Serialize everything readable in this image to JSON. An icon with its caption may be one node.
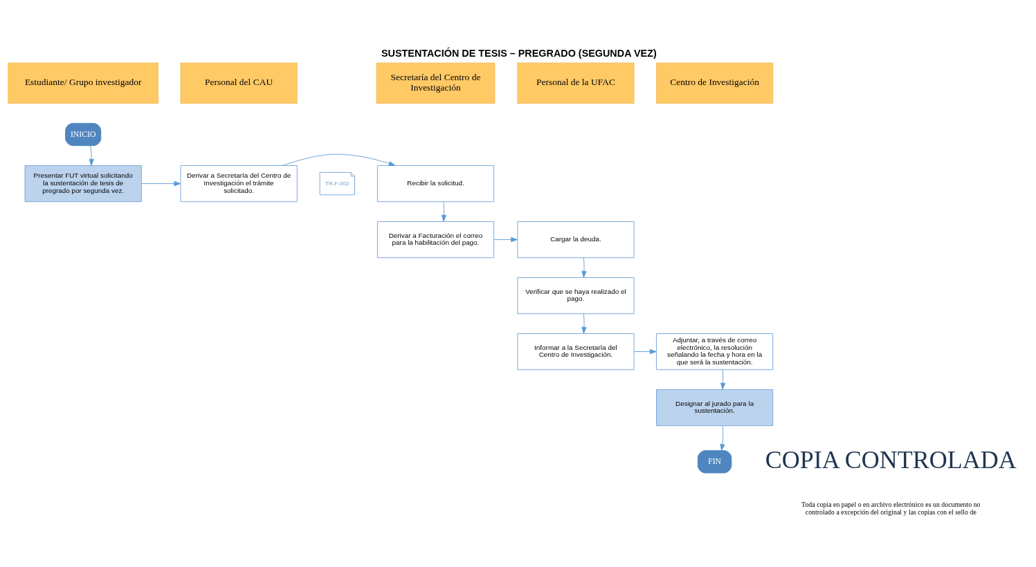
{
  "diagram": {
    "title": "SUSTENTACIÓN DE TESIS – PREGRADO (SEGUNDA VEZ)",
    "nodes": [
      {
        "text": [
          "Estudiante/ Grupo investigador"
        ]
      },
      {
        "text": [
          "Personal del CAU"
        ]
      },
      {
        "text": [
          "Secretaría del Centro de Investigación"
        ]
      },
      {
        "text": [
          "Personal de la UFAC"
        ]
      },
      {
        "text": [
          "Centro de Investigación"
        ]
      },
      {
        "text": [
          "INICIO"
        ]
      },
      {
        "text": [
          "TR-F-002"
        ]
      },
      {
        "text": [
          "Presentar FUT virtual solicitando la sustentación de tesis de pregrado por segunda vez."
        ]
      },
      {
        "text": [
          "Derivar a Secretaría del Centro de Investigación el trámite solicitado."
        ]
      },
      {
        "text": [
          "Recibir la solicitud."
        ]
      },
      {
        "text": [
          "Derivar a Facturación el correo para la habilitación del pago."
        ]
      },
      {
        "text": [
          "Cargar la deuda."
        ]
      },
      {
        "text": [
          "Verificar que se haya realizado el pago."
        ]
      },
      {
        "text": [
          "Informar a la Secretaría del Centro de Investigación."
        ]
      },
      {
        "text": [
          "Adjuntar, a través de correo electrónico, la resolución señalando la fecha y hora en la que será la sustentación."
        ]
      },
      {
        "text": [
          "Designar al jurado para la sustentación."
        ]
      },
      {
        "text": [
          "FIN"
        ]
      }
    ],
    "edges": [
      {
        "from": 5,
        "to": 7,
        "arrow": "to"
      },
      {
        "from": 7,
        "to": 8,
        "arrow": "to"
      },
      {
        "from": 8,
        "to": 9,
        "arrow": "to"
      },
      {
        "from": 9,
        "to": 10,
        "arrow": "to"
      },
      {
        "from": 10,
        "to": 11,
        "arrow": "to"
      },
      {
        "from": 11,
        "to": 12,
        "arrow": "to"
      },
      {
        "from": 12,
        "to": 13,
        "arrow": "to"
      },
      {
        "from": 13,
        "to": 14,
        "arrow": "to"
      },
      {
        "from": 14,
        "to": 15,
        "arrow": "to"
      },
      {
        "from": 15,
        "to": 16,
        "arrow": "to"
      }
    ],
    "labels": [
      "COPIA CONTROLADA",
      "Toda copia en papel o en archivo electrónico es un documento no controlado a excepción del original y las copias con el sello de"
    ]
  }
}
